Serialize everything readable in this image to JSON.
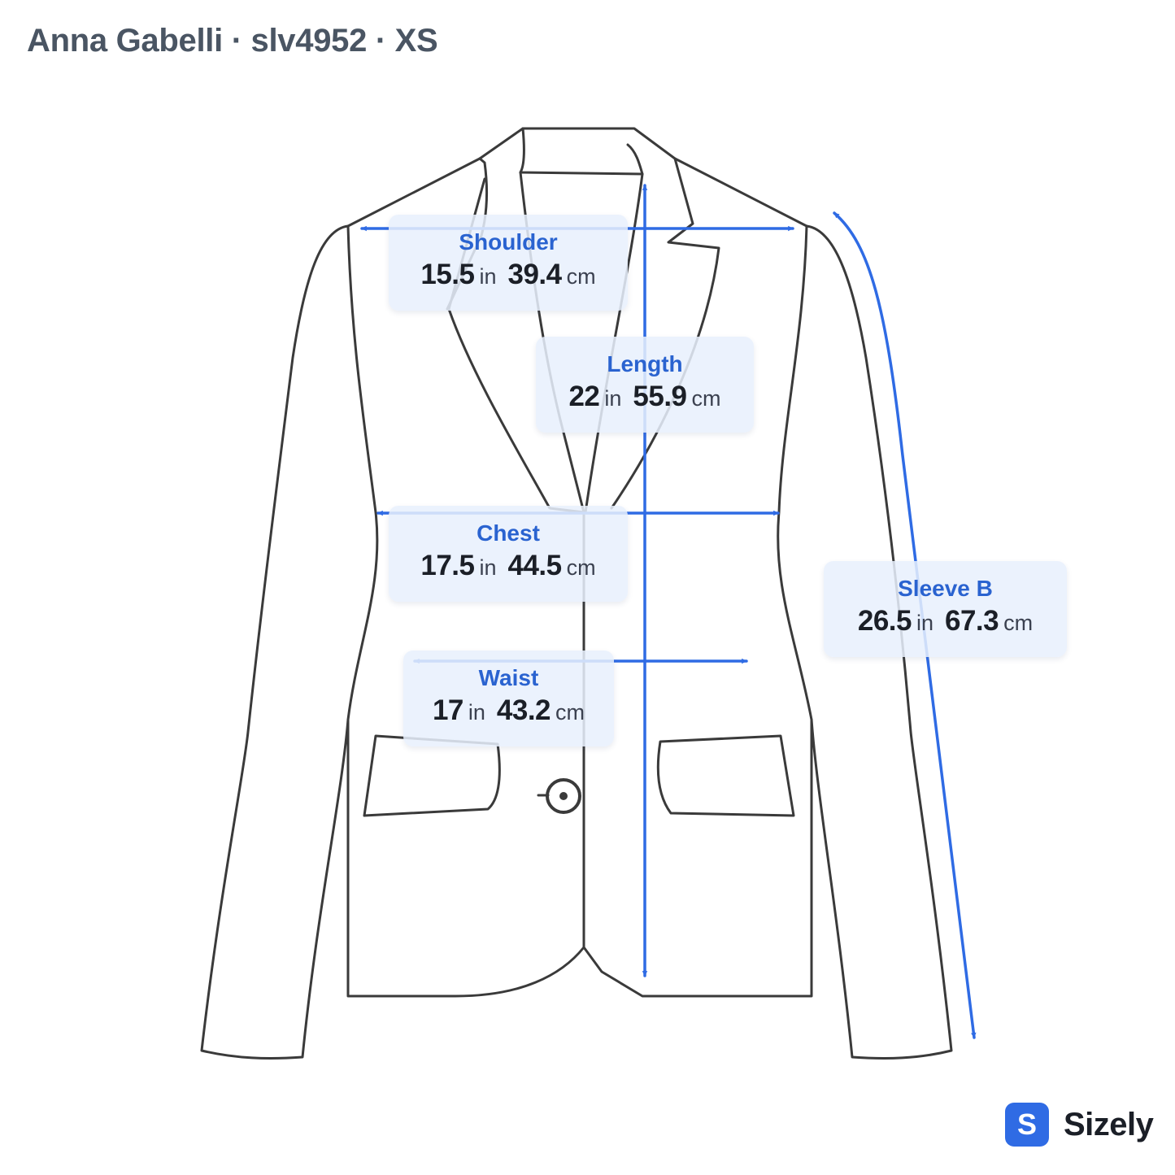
{
  "header": {
    "title": "Anna Gabelli · slv4952 · XS"
  },
  "colors": {
    "accent": "#2f6be4",
    "outline": "#3a3a3a",
    "card": "#e8f0fd"
  },
  "units": {
    "imperial": "in",
    "metric": "cm"
  },
  "measurements": {
    "shoulder": {
      "label": "Shoulder",
      "in": "15.5",
      "cm": "39.4"
    },
    "length": {
      "label": "Length",
      "in": "22",
      "cm": "55.9"
    },
    "chest": {
      "label": "Chest",
      "in": "17.5",
      "cm": "44.5"
    },
    "waist": {
      "label": "Waist",
      "in": "17",
      "cm": "43.2"
    },
    "sleeve": {
      "label": "Sleeve B",
      "in": "26.5",
      "cm": "67.3"
    }
  },
  "brand": {
    "icon_letter": "S",
    "name": "Sizely"
  }
}
